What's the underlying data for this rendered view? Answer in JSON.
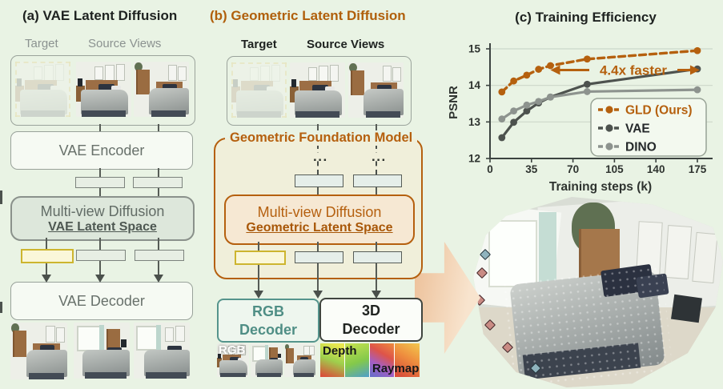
{
  "panel_a": {
    "title": "(a) VAE Latent Diffusion",
    "target_label": "Target",
    "source_views_label": "Source Views",
    "encoder_label": "VAE Encoder",
    "diffusion_title": "Multi-view Diffusion",
    "diffusion_subtitle": "VAE Latent Space",
    "decoder_label": "VAE Decoder"
  },
  "panel_b": {
    "title": "(b) Geometric Latent Diffusion",
    "target_label": "Target",
    "source_views_label": "Source Views",
    "foundation_title": "Geometric Foundation Model",
    "ellipsis": "...",
    "diffusion_title": "Multi-view Diffusion",
    "diffusion_subtitle": "Geometric Latent Space",
    "rgb_decoder_line1": "RGB",
    "rgb_decoder_line2": "Decoder",
    "threed_decoder_line1": "3D",
    "threed_decoder_line2": "Decoder",
    "rgb_label": "RGB",
    "depth_label": "Depth",
    "raymap_label": "Raymap"
  },
  "panel_c": {
    "title": "(c) Training Efficiency"
  },
  "colors": {
    "background": "#e9f3e4",
    "accent_orange": "#b5600e",
    "vae_gray": "#4d524e",
    "dino_gray": "#8d938e",
    "latent_yellow_border": "#cdb52f",
    "teal_decoder": "#55948c"
  },
  "chart_data": {
    "type": "line",
    "title": "(c) Training Efficiency",
    "xlabel": "Training steps (k)",
    "ylabel": "PSNR",
    "xlim": [
      0,
      188
    ],
    "ylim": [
      12,
      15
    ],
    "xticks": [
      0,
      35,
      70,
      105,
      140,
      175
    ],
    "yticks": [
      12,
      13,
      14,
      15
    ],
    "grid": true,
    "legend_position": "bottom-right",
    "x": [
      10,
      20,
      31,
      41,
      51,
      82,
      175
    ],
    "series": [
      {
        "name": "GLD (Ours)",
        "color": "#b5600e",
        "dashed": true,
        "values": [
          13.82,
          14.12,
          14.28,
          14.44,
          14.54,
          14.72,
          14.95
        ]
      },
      {
        "name": "VAE",
        "color": "#4d524e",
        "dashed": false,
        "values": [
          12.57,
          12.99,
          13.3,
          13.52,
          13.68,
          14.03,
          14.45
        ]
      },
      {
        "name": "DINO",
        "color": "#8d938e",
        "dashed": false,
        "values": [
          13.08,
          13.3,
          13.46,
          13.56,
          13.68,
          13.83,
          13.88
        ]
      }
    ],
    "annotation": {
      "text": "4.4x faster",
      "y": 14.42,
      "x_start": 51,
      "x_end": 177
    }
  }
}
